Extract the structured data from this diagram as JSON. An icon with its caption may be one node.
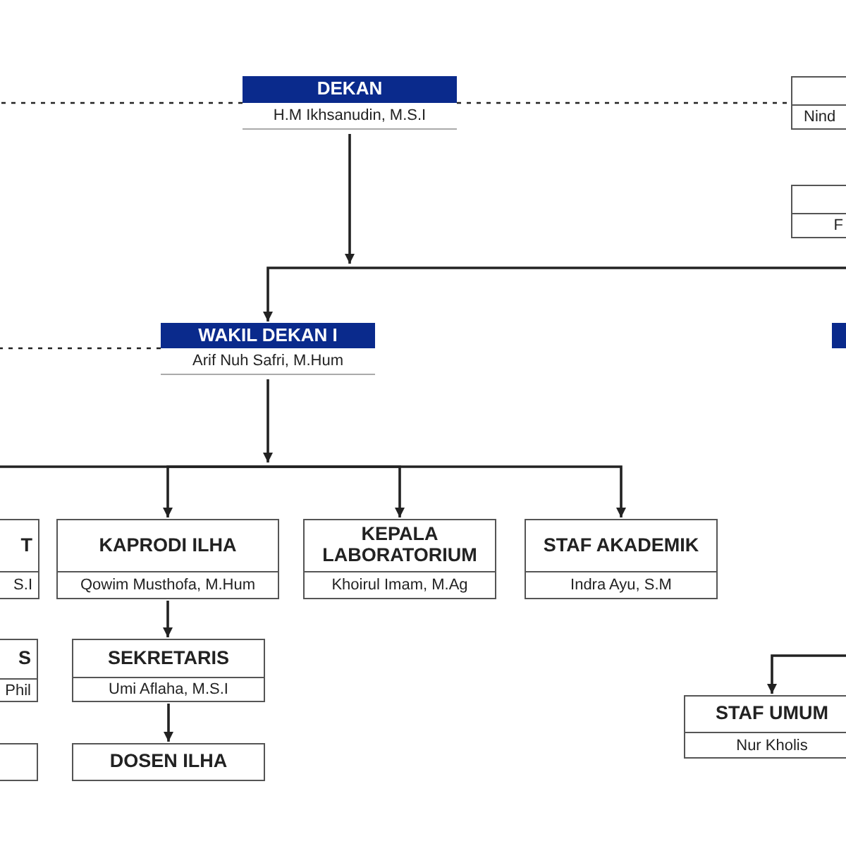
{
  "diagram": {
    "nodes": [
      {
        "text": [
          "DEKAN",
          "H.M Ikhsanudin, M.S.I"
        ]
      },
      {
        "text": [
          "Nind"
        ]
      },
      {
        "text": [
          "F"
        ]
      },
      {
        "text": [
          "WAKIL DEKAN I",
          "Arif Nuh Safri, M.Hum"
        ]
      },
      {
        "text": [],
        "shape": "box"
      },
      {
        "text": [
          "T",
          "S.I"
        ]
      },
      {
        "text": [
          "KAPRODI ILHA",
          "Qowim Musthofa, M.Hum"
        ]
      },
      {
        "text": [
          "KEPALA LABORATORIUM",
          "Khoirul Imam, M.Ag"
        ]
      },
      {
        "text": [
          "STAF AKADEMIK",
          "Indra Ayu, S.M"
        ]
      },
      {
        "text": [
          "S",
          "Phil"
        ]
      },
      {
        "text": [
          "SEKRETARIS",
          "Umi Aflaha, M.S.I"
        ]
      },
      {
        "text": [],
        "shape": "box"
      },
      {
        "text": [
          "DOSEN ILHA"
        ]
      },
      {
        "text": [
          "STAF UMUM",
          "Nur Kholis"
        ]
      }
    ],
    "edges": [
      {
        "from": 0,
        "to": 3,
        "arrow": "to"
      },
      {
        "from": 0,
        "to": null,
        "arrow": "none"
      },
      {
        "from": 0,
        "to": null,
        "arrow": "none",
        "style": "dashed"
      },
      {
        "from": 0,
        "to": 1,
        "arrow": "none",
        "style": "dashed"
      },
      {
        "from": 3,
        "to": null,
        "arrow": "none",
        "style": "dashed"
      },
      {
        "from": 3,
        "to": 6,
        "arrow": "to"
      },
      {
        "from": 3,
        "to": 7,
        "arrow": "to"
      },
      {
        "from": 3,
        "to": 8,
        "arrow": "to"
      },
      {
        "from": 3,
        "to": null,
        "arrow": "none"
      },
      {
        "from": 6,
        "to": 10,
        "arrow": "to"
      },
      {
        "from": 10,
        "to": 12,
        "arrow": "to"
      },
      {
        "from": null,
        "to": 13,
        "arrow": "to"
      }
    ]
  }
}
